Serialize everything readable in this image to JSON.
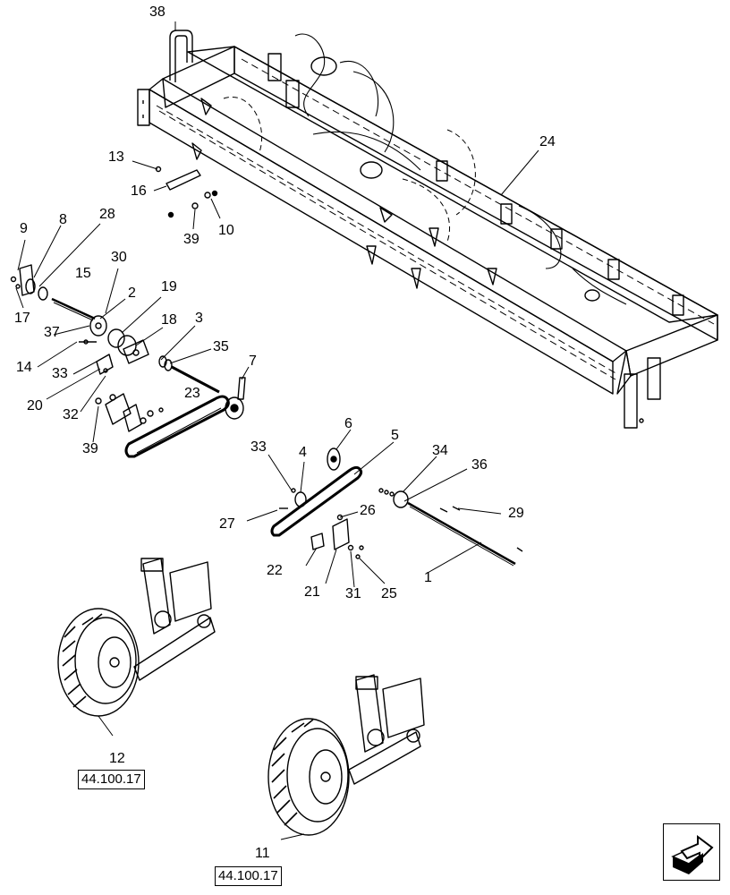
{
  "callouts": {
    "c1": "1",
    "c2": "2",
    "c3": "3",
    "c4": "4",
    "c5": "5",
    "c6": "6",
    "c7": "7",
    "c8": "8",
    "c9": "9",
    "c10": "10",
    "c11": "11",
    "c12": "12",
    "c13": "13",
    "c14": "14",
    "c15": "15",
    "c16": "16",
    "c17": "17",
    "c18": "18",
    "c19": "19",
    "c20": "20",
    "c21": "21",
    "c22": "22",
    "c23": "23",
    "c24": "24",
    "c25": "25",
    "c26": "26",
    "c27": "27",
    "c28": "28",
    "c29": "29",
    "c30": "30",
    "c31": "31",
    "c32": "32",
    "c33a": "33",
    "c33b": "33",
    "c34": "34",
    "c35": "35",
    "c36": "36",
    "c37": "37",
    "c38": "38",
    "c39a": "39",
    "c39b": "39"
  },
  "references": {
    "wheel_left": "44.100.17",
    "wheel_right": "44.100.17"
  },
  "nav_button": {
    "icon": "next-page-arrow-icon"
  }
}
